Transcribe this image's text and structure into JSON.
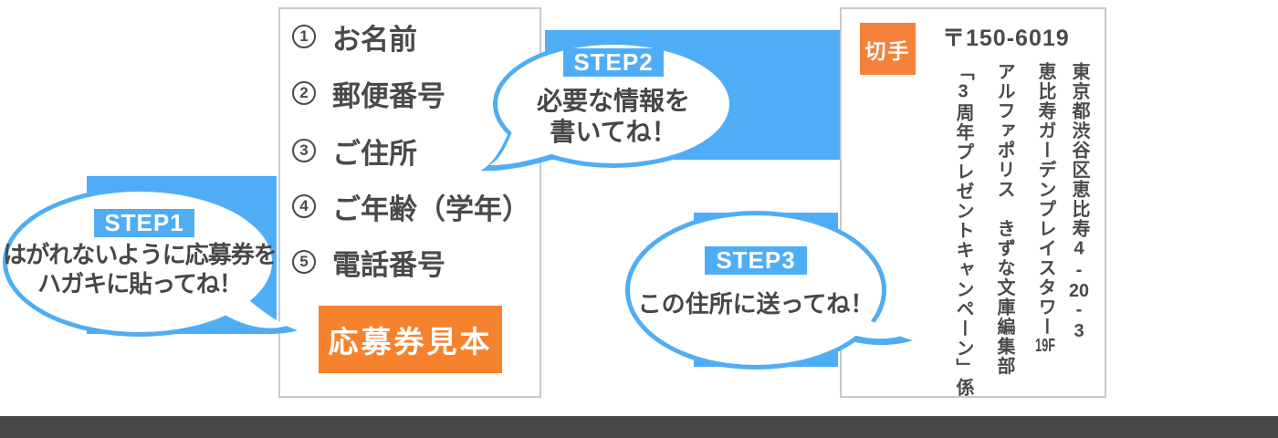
{
  "colors": {
    "accent_blue": "#4fadf6",
    "button_orange": "#f6822e",
    "stamp_orange": "#f6813b",
    "text_gray": "#4a4a4a",
    "bottom_band_gray": "#464646",
    "card_border": "#c9c9c9"
  },
  "form_card": {
    "items": [
      {
        "number": "1",
        "label": "お名前"
      },
      {
        "number": "2",
        "label": "郵便番号"
      },
      {
        "number": "3",
        "label": "ご住所"
      },
      {
        "number": "4",
        "label": "ご年齢（学年）"
      },
      {
        "number": "5",
        "label": "電話番号"
      }
    ],
    "sample_button_label": "応募券見本"
  },
  "steps": [
    {
      "label": "STEP1",
      "lines": [
        "はがれないように応募券を",
        "ハガキに貼ってね！"
      ]
    },
    {
      "label": "STEP2",
      "lines": [
        "必要な情報を",
        "書いてね！"
      ]
    },
    {
      "label": "STEP3",
      "lines": [
        "この住所に送ってね！"
      ]
    }
  ],
  "postcard": {
    "stamp_label": "切手",
    "postal_code": "〒150-6019",
    "address_columns": [
      {
        "name": "address-line-1",
        "segments": [
          {
            "t": "東京都渋谷区恵比寿"
          },
          {
            "t": "4",
            "o": "up"
          },
          {
            "t": "-",
            "o": "up"
          },
          {
            "t": "20",
            "o": "tcy"
          },
          {
            "t": "-",
            "o": "up"
          },
          {
            "t": "3",
            "o": "up"
          }
        ]
      },
      {
        "name": "address-line-2",
        "segments": [
          {
            "t": "恵比寿ガーデンプレイスタワー"
          },
          {
            "t": "19F",
            "o": "tcy"
          }
        ]
      },
      {
        "name": "organization",
        "segments": [
          {
            "t": "アルファポリス　きずな文庫編集部"
          }
        ]
      },
      {
        "name": "department",
        "segments": [
          {
            "t": "「"
          },
          {
            "t": "3",
            "o": "up"
          },
          {
            "t": "周年プレゼントキャンペーン」係"
          }
        ]
      }
    ]
  }
}
